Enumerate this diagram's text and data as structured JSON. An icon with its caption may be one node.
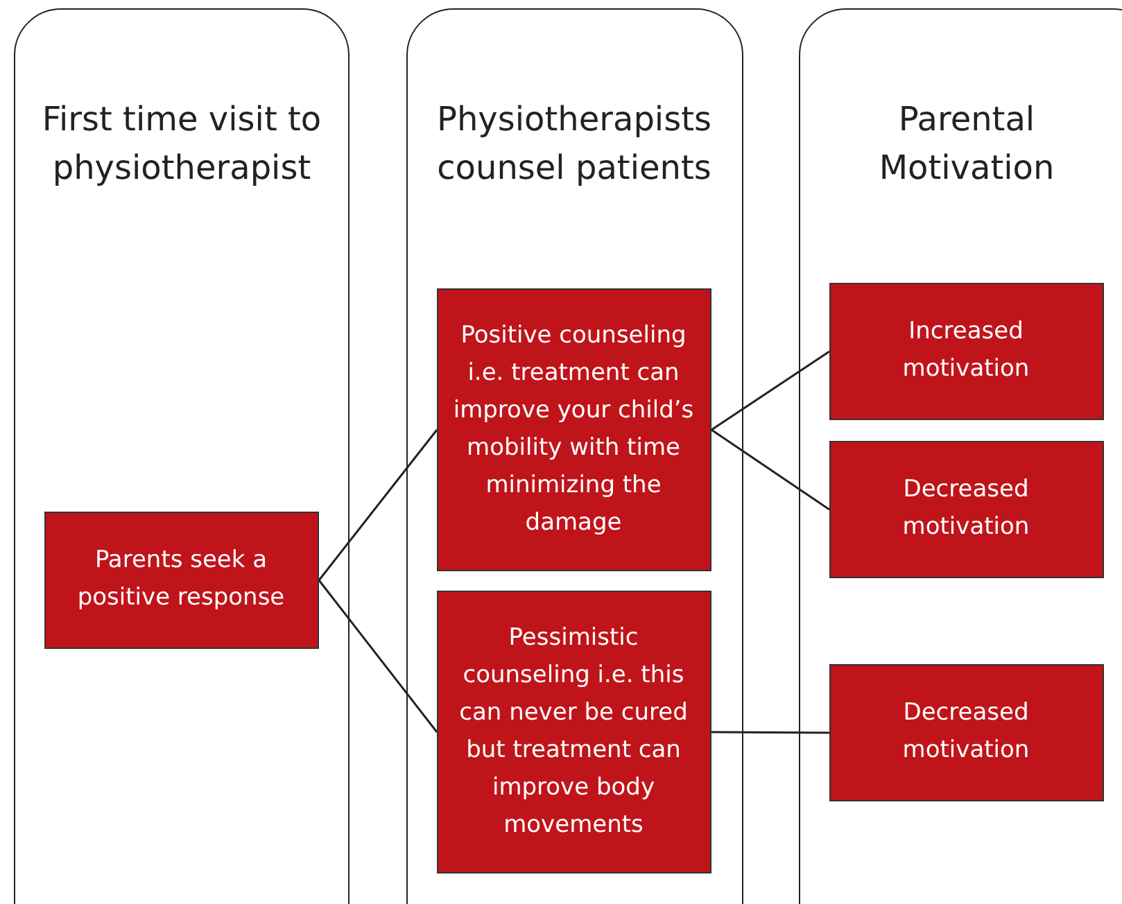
{
  "diagram": {
    "nodes": [
      {
        "text": [
          "First time visit to physiotherapist"
        ]
      },
      {
        "text": [
          "Physiotherapists counsel patients"
        ]
      },
      {
        "text": [
          "Parental Motivation"
        ]
      },
      {
        "text": [
          "Parents seek a positive response"
        ],
        "in": 0
      },
      {
        "text": [
          "Positive counseling i.e. treatment can improve your child’s mobility with time minimizing the damage"
        ],
        "in": 1
      },
      {
        "text": [
          "Pessimistic counseling i.e. this can never be cured but treatment can improve body movements"
        ],
        "in": 1
      },
      {
        "text": [
          "Increased motivation"
        ],
        "in": 2
      },
      {
        "text": [
          "Decreased motivation"
        ],
        "in": 2
      },
      {
        "text": [
          "Decreased motivation"
        ],
        "in": 2
      }
    ],
    "edges": [
      {
        "from": 3,
        "to": 4,
        "arrow": "none"
      },
      {
        "from": 3,
        "to": 5,
        "arrow": "none"
      },
      {
        "from": 4,
        "to": 6,
        "arrow": "none"
      },
      {
        "from": 4,
        "to": 7,
        "arrow": "none"
      },
      {
        "from": 5,
        "to": 8,
        "arrow": "none"
      }
    ]
  }
}
